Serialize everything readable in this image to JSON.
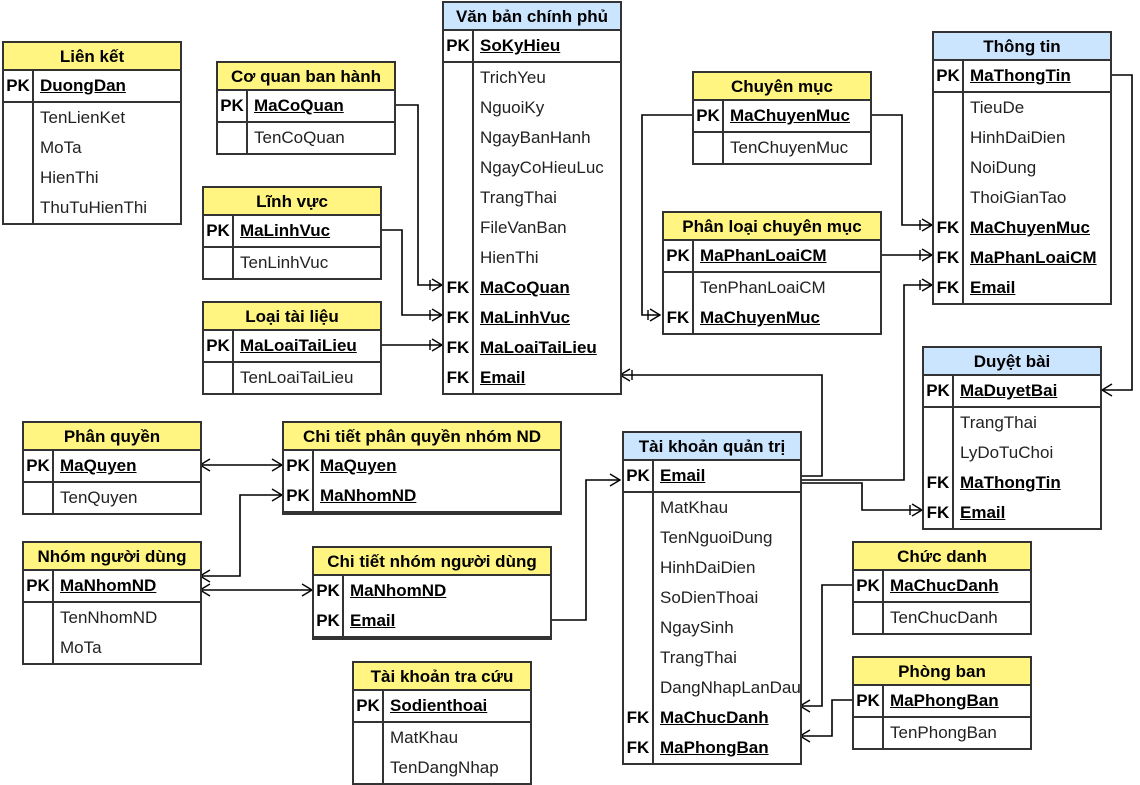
{
  "colors": {
    "entity_header": "#fff580",
    "entity_header_alt": "#cce5ff",
    "stroke": "#333333"
  },
  "entities": {
    "lien_ket": {
      "title": "Liên kết",
      "fields": [
        {
          "key": "PK",
          "name": "DuongDan"
        },
        {
          "key": "",
          "name": "TenLienKet"
        },
        {
          "key": "",
          "name": "MoTa"
        },
        {
          "key": "",
          "name": "HienThi"
        },
        {
          "key": "",
          "name": "ThuTuHienThi"
        }
      ]
    },
    "co_quan": {
      "title": "Cơ quan ban hành",
      "fields": [
        {
          "key": "PK",
          "name": "MaCoQuan"
        },
        {
          "key": "",
          "name": "TenCoQuan"
        }
      ]
    },
    "linh_vuc": {
      "title": "Lĩnh vực",
      "fields": [
        {
          "key": "PK",
          "name": "MaLinhVuc"
        },
        {
          "key": "",
          "name": "TenLinhVuc"
        }
      ]
    },
    "loai_tai_lieu": {
      "title": "Loại tài liệu",
      "fields": [
        {
          "key": "PK",
          "name": "MaLoaiTaiLieu"
        },
        {
          "key": "",
          "name": "TenLoaiTaiLieu"
        }
      ]
    },
    "van_ban": {
      "title": "Văn bản chính phủ",
      "fields": [
        {
          "key": "PK",
          "name": "SoKyHieu"
        },
        {
          "key": "",
          "name": "TrichYeu"
        },
        {
          "key": "",
          "name": "NguoiKy"
        },
        {
          "key": "",
          "name": "NgayBanHanh"
        },
        {
          "key": "",
          "name": "NgayCoHieuLuc"
        },
        {
          "key": "",
          "name": "TrangThai"
        },
        {
          "key": "",
          "name": "FileVanBan"
        },
        {
          "key": "",
          "name": "HienThi"
        },
        {
          "key": "FK",
          "name": "MaCoQuan"
        },
        {
          "key": "FK",
          "name": "MaLinhVuc"
        },
        {
          "key": "FK",
          "name": "MaLoaiTaiLieu"
        },
        {
          "key": "FK",
          "name": "Email"
        }
      ]
    },
    "chuyen_muc": {
      "title": "Chuyên mục",
      "fields": [
        {
          "key": "PK",
          "name": "MaChuyenMuc"
        },
        {
          "key": "",
          "name": "TenChuyenMuc"
        }
      ]
    },
    "phan_loai_cm": {
      "title": "Phân loại chuyên mục",
      "fields": [
        {
          "key": "PK",
          "name": "MaPhanLoaiCM"
        },
        {
          "key": "",
          "name": "TenPhanLoaiCM"
        },
        {
          "key": "FK",
          "name": "MaChuyenMuc"
        }
      ]
    },
    "thong_tin": {
      "title": "Thông tin",
      "fields": [
        {
          "key": "PK",
          "name": "MaThongTin"
        },
        {
          "key": "",
          "name": "TieuDe"
        },
        {
          "key": "",
          "name": "HinhDaiDien"
        },
        {
          "key": "",
          "name": "NoiDung"
        },
        {
          "key": "",
          "name": "ThoiGianTao"
        },
        {
          "key": "FK",
          "name": "MaChuyenMuc"
        },
        {
          "key": "FK",
          "name": "MaPhanLoaiCM"
        },
        {
          "key": "FK",
          "name": "Email"
        }
      ]
    },
    "duyet_bai": {
      "title": "Duyệt bài",
      "fields": [
        {
          "key": "PK",
          "name": "MaDuyetBai"
        },
        {
          "key": "",
          "name": "TrangThai"
        },
        {
          "key": "",
          "name": "LyDoTuChoi"
        },
        {
          "key": "FK",
          "name": "MaThongTin"
        },
        {
          "key": "FK",
          "name": "Email"
        }
      ]
    },
    "phan_quyen": {
      "title": "Phân quyền",
      "fields": [
        {
          "key": "PK",
          "name": "MaQuyen"
        },
        {
          "key": "",
          "name": "TenQuyen"
        }
      ]
    },
    "ct_phan_quyen": {
      "title": "Chi tiết phân quyền nhóm ND",
      "fields": [
        {
          "key": "PK",
          "name": "MaQuyen"
        },
        {
          "key": "PK",
          "name": "MaNhomND"
        }
      ]
    },
    "nhom_nd": {
      "title": "Nhóm người dùng",
      "fields": [
        {
          "key": "PK",
          "name": "MaNhomND"
        },
        {
          "key": "",
          "name": "TenNhomND"
        },
        {
          "key": "",
          "name": "MoTa"
        }
      ]
    },
    "ct_nhom_nd": {
      "title": "Chi tiết nhóm người dùng",
      "fields": [
        {
          "key": "PK",
          "name": "MaNhomND"
        },
        {
          "key": "PK",
          "name": "Email"
        }
      ]
    },
    "tai_khoan_qt": {
      "title": "Tài khoản quản trị",
      "fields": [
        {
          "key": "PK",
          "name": "Email"
        },
        {
          "key": "",
          "name": "MatKhau"
        },
        {
          "key": "",
          "name": "TenNguoiDung"
        },
        {
          "key": "",
          "name": "HinhDaiDien"
        },
        {
          "key": "",
          "name": "SoDienThoai"
        },
        {
          "key": "",
          "name": "NgaySinh"
        },
        {
          "key": "",
          "name": "TrangThai"
        },
        {
          "key": "",
          "name": "DangNhapLanDau"
        },
        {
          "key": "FK",
          "name": "MaChucDanh"
        },
        {
          "key": "FK",
          "name": "MaPhongBan"
        }
      ]
    },
    "chuc_danh": {
      "title": "Chức danh",
      "fields": [
        {
          "key": "PK",
          "name": "MaChucDanh"
        },
        {
          "key": "",
          "name": "TenChucDanh"
        }
      ]
    },
    "phong_ban": {
      "title": "Phòng ban",
      "fields": [
        {
          "key": "PK",
          "name": "MaPhongBan"
        },
        {
          "key": "",
          "name": "TenPhongBan"
        }
      ]
    },
    "tai_khoan_tc": {
      "title": "Tài khoản tra cứu",
      "fields": [
        {
          "key": "PK",
          "name": "Sodienthoai"
        },
        {
          "key": "",
          "name": "MatKhau"
        },
        {
          "key": "",
          "name": "TenDangNhap"
        }
      ]
    }
  }
}
